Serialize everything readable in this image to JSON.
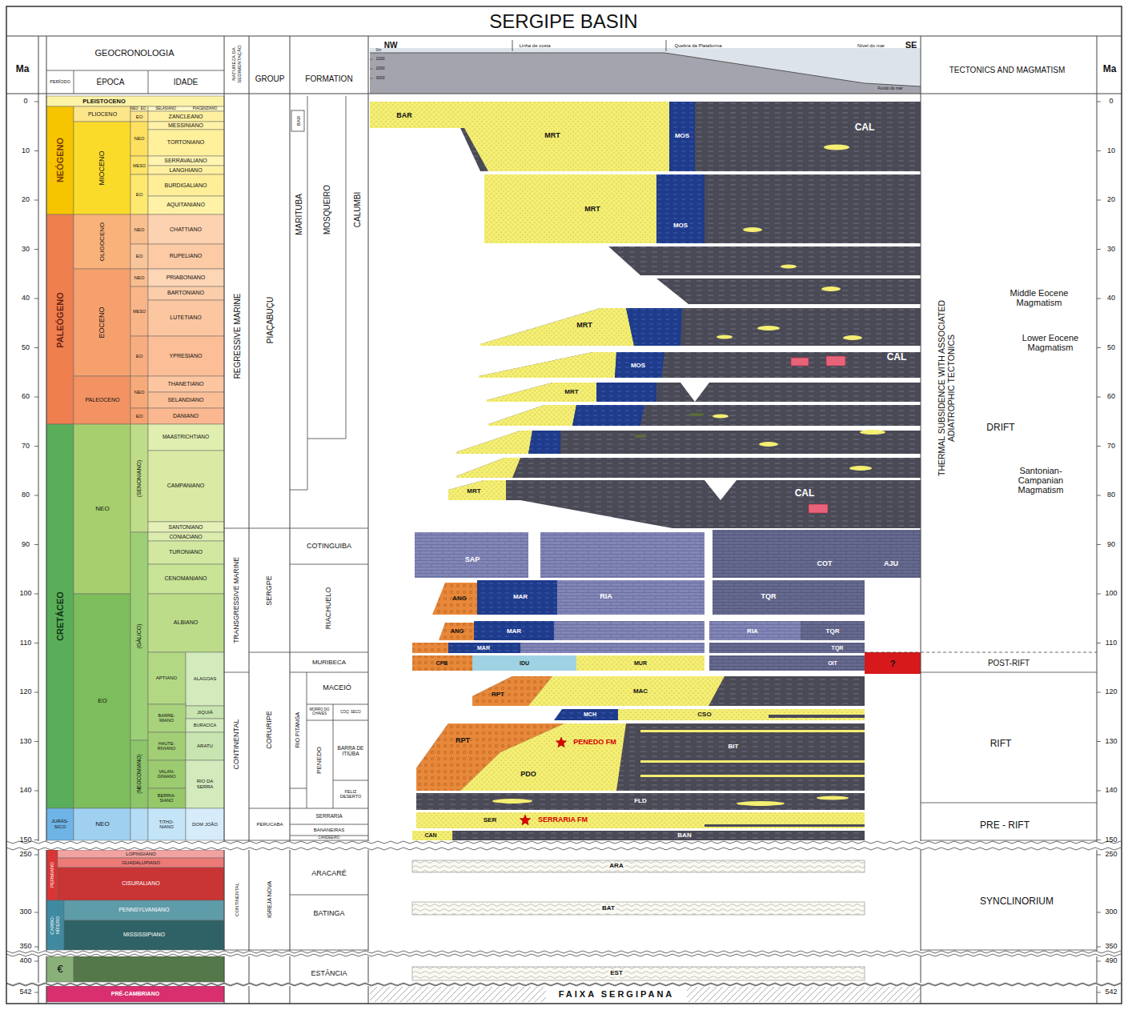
{
  "diagram": {
    "title": "SERGIPE BASIN",
    "labels": [
      "Ma",
      "GEOCRONOLOGIA",
      "PERÍODO",
      "ÉPOCA",
      "IDADE",
      "NATUREZA DA SEDIMENTAÇÃO",
      "GROUP",
      "FORMATION",
      "NW",
      "Linha de costa",
      "Quebra da Plataforma",
      "Nível do mar",
      "SE",
      "0m",
      "1000",
      "2000",
      "3000",
      "Fundo do mar",
      "TECTONICS AND MAGMATISM",
      "Ma",
      "0",
      "10",
      "20",
      "30",
      "40",
      "50",
      "60",
      "70",
      "80",
      "90",
      "100",
      "110",
      "120",
      "130",
      "140",
      "150",
      "250",
      "300",
      "350",
      "400",
      "542",
      "0",
      "10",
      "20",
      "30",
      "40",
      "50",
      "60",
      "70",
      "80",
      "90",
      "100",
      "110",
      "120",
      "130",
      "140",
      "150",
      "250",
      "300",
      "350",
      "490",
      "542",
      "PLEISTOCENO",
      "NEO",
      "EO",
      "SELASIANO",
      "PIACENZIANO",
      "NEÓGENO",
      "PLIOCENO",
      "EO",
      "ZANCLEANO",
      "MESSINIANO",
      "MIOCENO",
      "NEO",
      "TORTONIANO",
      "MESO",
      "SERRAVALIANO",
      "LANGHIANO",
      "EO",
      "BURDIGALIANO",
      "AQUITANIANO",
      "PALEÓGENO",
      "OLIGOCENO",
      "NEO",
      "CHATTIANO",
      "EO",
      "RUPELIANO",
      "EOCENO",
      "NEO",
      "PRIABONIANO",
      "BARTONIANO",
      "MESO",
      "LUTETIANO",
      "EO",
      "YPRESIANO",
      "PALEOCENO",
      "NEO",
      "THANETIANO",
      "SELANDIANO",
      "EO",
      "DANIANO",
      "CRETÁCEO",
      "NEO",
      "(SENONIANO)",
      "MAASTRICHTIANO",
      "CAMPANIANO",
      "SANTONIANO",
      "CONIACIANO",
      "TURONIANO",
      "CENOMANIANO",
      "(GÁLICO)",
      "ALBIANO",
      "EO",
      "APTIANO",
      "ALAGOAS",
      "JIQUIÁ",
      "BARRE- MIANO",
      "BURACICA",
      "(NEOCOMIANO)",
      "HAUTE- RIVIANO",
      "ARATU",
      "VALAN- GINIANO",
      "RIO DA SERRA",
      "BERRIA- SIANO",
      "JURÁS- SICO",
      "NEO",
      "TITHO- NIANO",
      "DOM JOÃO",
      "PERMIANO",
      "LOPINGIANO",
      "GUADALUPIANO",
      "CISURALIANO",
      "CARBO- NÍFERO",
      "PENNSYLVANIANO",
      "MISSISSIPIANO",
      "€",
      "PRÉ-CAMBRIANO",
      "REGRESSIVE MARINE",
      "TRANSGRESSIVE MARINE",
      "CONTINENTAL",
      "CONTINENTAL",
      "PIAÇABUÇU",
      "SERGPE",
      "CORURIPE",
      "PERUCABA",
      "IGREJA NOVA",
      "BAR",
      "MARITUBA",
      "MOSQUEIRO",
      "CALUMBI",
      "COTINGUIBA",
      "RIACHUELO",
      "MURIBECA",
      "MACEIÓ",
      "RIO PITANGA",
      "MORRO DO CHAVES",
      "COQ. SECO",
      "PENEDO",
      "BARRA DE ITIÚBA",
      "FELIZ DESERTO",
      "SERRARIA",
      "BANANEIRAS",
      "CANDEEIRO",
      "ARACARÉ",
      "BATINGA",
      "ESTÂNCIA",
      "BAR",
      "MRT",
      "MOS",
      "CAL",
      "MRT",
      "MOS",
      "MRT",
      "MOS",
      "CAL",
      "MRT",
      "MRT",
      "CAL",
      "SAP",
      "COT",
      "AJU",
      "MAR",
      "ANG",
      "RIA",
      "TQR",
      "ANG",
      "MAR",
      "RIA",
      "TQR",
      "MAR",
      "TQR",
      "CPB",
      "IDU",
      "MUR",
      "OIT",
      "?",
      "RPT",
      "MAC",
      "MCH",
      "CSO",
      "RPT",
      "PENEDO FM",
      "PDO",
      "BIT",
      "FLD",
      "SER",
      "SERRARIA FM",
      "CAN",
      "BAN",
      "ARA",
      "BAT",
      "EST",
      "FAIXA SERGIPANA",
      "THERMAL SUBSIDENCE WITH ASSOCIATED ADIATROPHIC TECTONICS",
      "Middle Eocene Magmatism",
      "Lower Eocene Magmatism",
      "DRIFT",
      "Santonian- Campanian Magmatism",
      "POST-RIFT",
      "RIFT",
      "PRE - RIFT",
      "SYNCLINORIUM"
    ]
  }
}
